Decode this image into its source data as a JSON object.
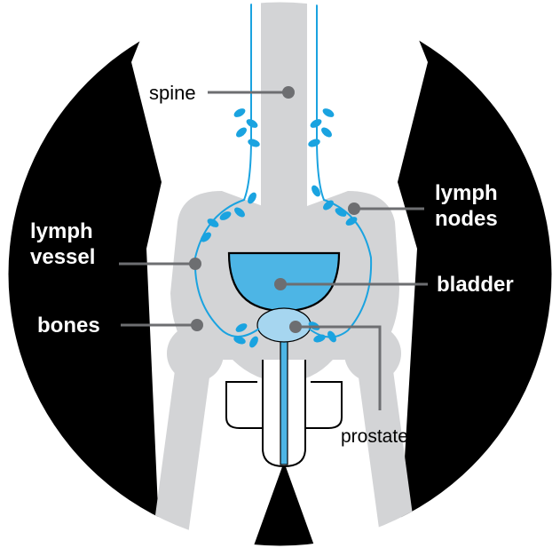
{
  "labels": {
    "spine": "spine",
    "lymph_nodes_line1": "lymph",
    "lymph_nodes_line2": "nodes",
    "lymph_vessel_line1": "lymph",
    "lymph_vessel_line2": "vessel",
    "bladder": "bladder",
    "bones": "bones",
    "prostate": "prostate"
  },
  "colors": {
    "black": "#000000",
    "bone_gray": "#d3d4d6",
    "vessel_blue": "#1aa3e0",
    "bladder_blue": "#4db5e5",
    "prostate_blue": "#a6d6f0",
    "pointer_gray": "#6d6e71",
    "white": "#ffffff"
  },
  "icons": [
    "lymph-node-icon",
    "pointer-dot-icon"
  ]
}
